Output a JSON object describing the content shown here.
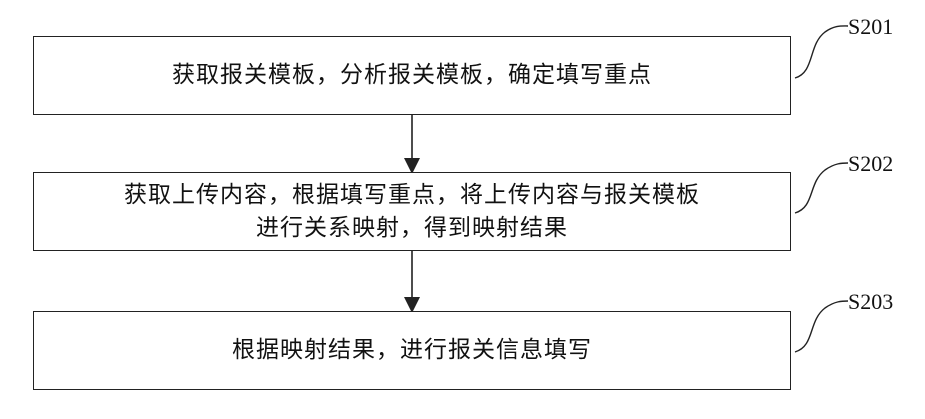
{
  "steps": [
    {
      "id": "S201",
      "text": "获取报关模板，分析报关模板，确定填写重点"
    },
    {
      "id": "S202",
      "text_line1": "获取上传内容，根据填写重点，将上传内容与报关模板",
      "text_line2": "进行关系映射，得到映射结果"
    },
    {
      "id": "S203",
      "text": "根据映射结果，进行报关信息填写"
    }
  ]
}
